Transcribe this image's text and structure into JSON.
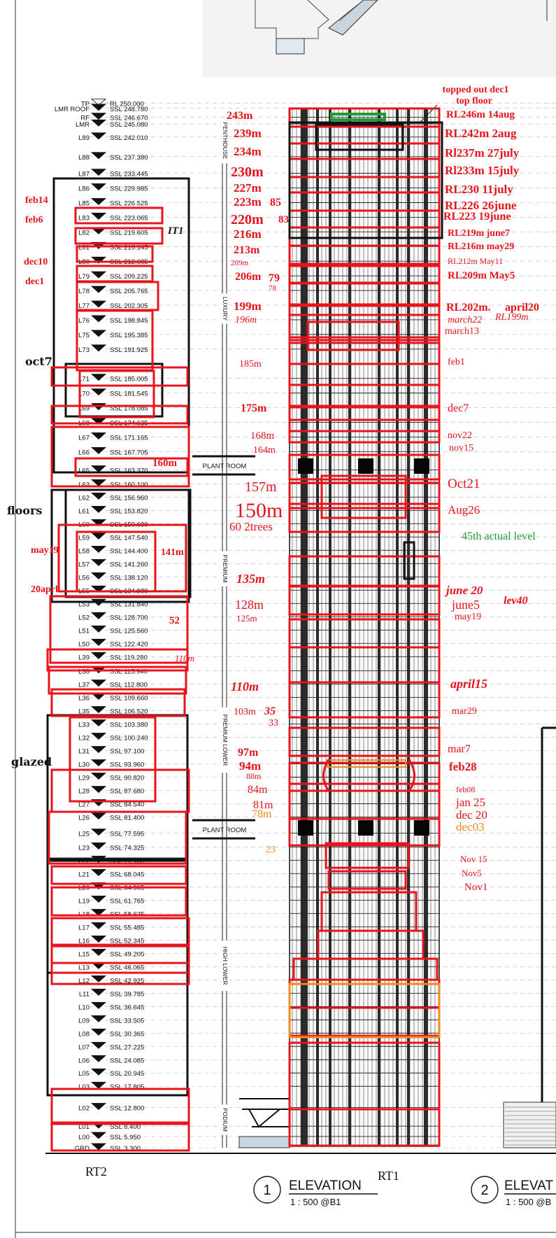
{
  "drawing": {
    "label_rt2": "RT2",
    "label_rt1": "RT1",
    "elevation_number": "1",
    "elevation_title": "ELEVATION",
    "elevation_scale": "1 : 500 @B1",
    "elevation2_number": "2",
    "elevation2_title": "ELEVAT",
    "elevation2_scale": "1 : 500 @B"
  },
  "levels": [
    {
      "name": "TP",
      "ssl": "RL 250.000"
    },
    {
      "name": "LMR ROOF",
      "ssl": "SSL 248.780"
    },
    {
      "name": "RF",
      "ssl": "SSL 246.670"
    },
    {
      "name": "LMR",
      "ssl": "SSL 245.080"
    },
    {
      "name": "L89",
      "ssl": "SSL 242.010"
    },
    {
      "name": "L88",
      "ssl": "SSL 237.380"
    },
    {
      "name": "L87",
      "ssl": "SSL 233.445"
    },
    {
      "name": "L86",
      "ssl": "SSL 229.985"
    },
    {
      "name": "L85",
      "ssl": "SSL 226.525"
    },
    {
      "name": "L83",
      "ssl": "SSL 223.065"
    },
    {
      "name": "L82",
      "ssl": "SSL 219.605"
    },
    {
      "name": "L81",
      "ssl": "SSL 216.145"
    },
    {
      "name": "L80",
      "ssl": "SSL 212.685"
    },
    {
      "name": "L79",
      "ssl": "SSL 209.225"
    },
    {
      "name": "L78",
      "ssl": "SSL 205.765"
    },
    {
      "name": "L77",
      "ssl": "SSL 202.305"
    },
    {
      "name": "L76",
      "ssl": "SSL 198.845"
    },
    {
      "name": "L75",
      "ssl": "SSL 195.385"
    },
    {
      "name": "L73",
      "ssl": "SSL 191.925"
    },
    {
      "name": "L71",
      "ssl": "SSL 185.005"
    },
    {
      "name": "L70",
      "ssl": "SSL 181.545"
    },
    {
      "name": "L69",
      "ssl": "SSL 178.085"
    },
    {
      "name": "L68",
      "ssl": "SSL 174.625"
    },
    {
      "name": "L67",
      "ssl": "SSL 171.165"
    },
    {
      "name": "L66",
      "ssl": "SSL 167.705"
    },
    {
      "name": "L65",
      "ssl": "SSL 163.370"
    },
    {
      "name": "L63",
      "ssl": "SSL 160.100"
    },
    {
      "name": "L62",
      "ssl": "SSL 156.960"
    },
    {
      "name": "L61",
      "ssl": "SSL 153.820"
    },
    {
      "name": "L60",
      "ssl": "SSL 150.680"
    },
    {
      "name": "L59",
      "ssl": "SSL 147.540"
    },
    {
      "name": "L58",
      "ssl": "SSL 144.400"
    },
    {
      "name": "L57",
      "ssl": "SSL 141.260"
    },
    {
      "name": "L56",
      "ssl": "SSL 138.120"
    },
    {
      "name": "L55",
      "ssl": "SSL 134.980"
    },
    {
      "name": "L53",
      "ssl": "SSL 131.840"
    },
    {
      "name": "L52",
      "ssl": "SSL 128.700"
    },
    {
      "name": "L51",
      "ssl": "SSL 125.560"
    },
    {
      "name": "L50",
      "ssl": "SSL 122.420"
    },
    {
      "name": "L39",
      "ssl": "SSL 119.280"
    },
    {
      "name": "L38",
      "ssl": "SSL 115.940"
    },
    {
      "name": "L37",
      "ssl": "SSL 112.800"
    },
    {
      "name": "L36",
      "ssl": "SSL 109.660"
    },
    {
      "name": "L35",
      "ssl": "SSL 106.520"
    },
    {
      "name": "L33",
      "ssl": "SSL 103.380"
    },
    {
      "name": "L32",
      "ssl": "SSL 100.240"
    },
    {
      "name": "L31",
      "ssl": "SSL 97.100"
    },
    {
      "name": "L30",
      "ssl": "SSL 93.960"
    },
    {
      "name": "L29",
      "ssl": "SSL 90.820"
    },
    {
      "name": "L28",
      "ssl": "SSL 87.680"
    },
    {
      "name": "L27",
      "ssl": "SSL 84.540"
    },
    {
      "name": "L26",
      "ssl": "SSL 81.400"
    },
    {
      "name": "L25",
      "ssl": "SSL 77.595"
    },
    {
      "name": "L23",
      "ssl": "SSL 74.325"
    },
    {
      "name": "L22",
      "ssl": "SSL 71.185"
    },
    {
      "name": "L21",
      "ssl": "SSL 68.045"
    },
    {
      "name": "L20",
      "ssl": "SSL 64.905"
    },
    {
      "name": "L19",
      "ssl": "SSL 61.765"
    },
    {
      "name": "L18",
      "ssl": "SSL 58.625"
    },
    {
      "name": "L17",
      "ssl": "SSL 55.485"
    },
    {
      "name": "L16",
      "ssl": "SSL 52.345"
    },
    {
      "name": "L15",
      "ssl": "SSL 49.205"
    },
    {
      "name": "L13",
      "ssl": "SSL 46.065"
    },
    {
      "name": "L12",
      "ssl": "SSL 42.925"
    },
    {
      "name": "L11",
      "ssl": "SSL 39.785"
    },
    {
      "name": "L10",
      "ssl": "SSL 36.645"
    },
    {
      "name": "L09",
      "ssl": "SSL 33.505"
    },
    {
      "name": "L08",
      "ssl": "SSL 30.365"
    },
    {
      "name": "L07",
      "ssl": "SSL 27.225"
    },
    {
      "name": "L06",
      "ssl": "SSL 24.085"
    },
    {
      "name": "L05",
      "ssl": "SSL 20.945"
    },
    {
      "name": "L03",
      "ssl": "SSL 17.805"
    },
    {
      "name": "L02",
      "ssl": "SSL 12.800"
    },
    {
      "name": "L01",
      "ssl": "SSL 8.400"
    },
    {
      "name": "L00",
      "ssl": "SSL 5.950"
    },
    {
      "name": "GRD",
      "ssl": "SSL 3.300"
    }
  ],
  "zones": [
    "PENTHOUSE",
    "LUXURY",
    "PLANT ROOM",
    "PREMIUM",
    "PREMIUM LOWER",
    "PLANT ROOM",
    "HIGH LOWER",
    "PODIUM"
  ],
  "left_notes": [
    "feb14",
    "feb6",
    "dec10",
    "dec1",
    "oct7",
    "floors",
    "may19",
    "20aprl",
    "glazed"
  ],
  "mid_notes": [
    "IT1",
    "160m",
    "141m",
    "52",
    "110m"
  ],
  "height_notes": [
    "243m",
    "239m",
    "234m",
    "230m",
    "227m",
    "223m",
    "85",
    "220m",
    "83",
    "216m",
    "213m",
    "209m",
    "206m",
    "79",
    "78",
    "199m",
    "196m",
    "185m",
    "175m",
    "168m",
    "164m",
    "157m",
    "150m",
    "60  2trees",
    "135m",
    "128m",
    "125m",
    "110m",
    "103m",
    "35",
    "33",
    "97m",
    "94m",
    "88m",
    "84m",
    "81m",
    "78m",
    "23"
  ],
  "right_notes": [
    "topped out dec1",
    "top floor",
    "RL246m 14aug",
    "RL242m 2aug",
    "Rl237m 27july",
    "Rl233m 15july",
    "RL230 11july",
    "RL226 26june",
    "RL223 19june",
    "RL219m june7",
    "RL216m may29",
    "RL212m May11",
    "RL209m May5",
    "RL202m.",
    "april20",
    "RL199m",
    "march22",
    "march13",
    "feb1",
    "dec7",
    "nov22",
    "nov15",
    "Oct21",
    "Aug26",
    "45th actual level",
    "june 20",
    "june5",
    "lev40",
    "may19",
    "april15",
    "mar29",
    "mar7",
    "feb28",
    "feb08",
    "jan 25",
    "dec 20",
    "dec03",
    "Nov 15",
    "Nov5",
    "Nov1"
  ],
  "colors": {
    "annotation": "#e8141b",
    "green": "#1f9a36",
    "orange": "#f08a1c",
    "ink": "#111111"
  }
}
